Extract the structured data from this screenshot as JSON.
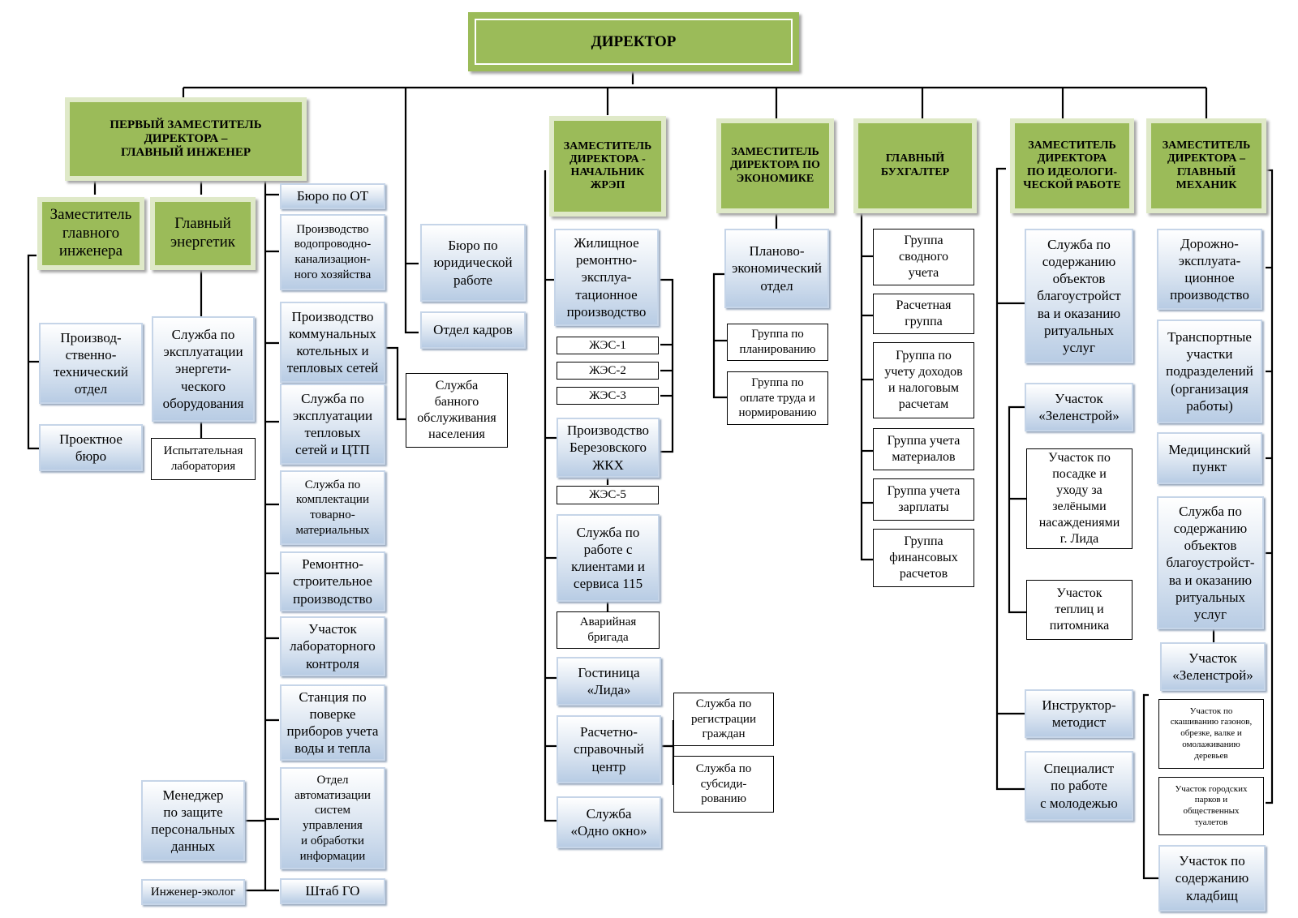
{
  "director": "ДИРЕКТОР",
  "heads": {
    "first_deputy": "ПЕРВЫЙ ЗАМЕСТИТЕЛЬ\nДИРЕКТОРА –\nГЛАВНЫЙ ИНЖЕНЕР",
    "deputy_zhrep": "ЗАМЕСТИТЕЛЬ\nДИРЕКТОРА -\nНАЧАЛЬНИК\nЖРЭП",
    "deputy_economy": "ЗАМЕСТИТЕЛЬ\nДИРЕКТОРА ПО\nЭКОНОМИКЕ",
    "chief_accountant": "ГЛАВНЫЙ\nБУХГАЛТЕР",
    "deputy_ideology": "ЗАМЕСТИТЕЛЬ\nДИРЕКТОРА\nПО ИДЕОЛОГИ-\nЧЕСКОЙ РАБОТЕ",
    "deputy_mechanic": "ЗАМЕСТИТЕЛЬ\nДИРЕКТОРА –\nГЛАВНЫЙ\nМЕХАНИК"
  },
  "chief_engineer_branch": {
    "deputy_chief_engineer": "Заместитель\nглавного\nинженера",
    "chief_power_engineer": "Главный\nэнергетик",
    "pto": "Производ-\nственно-\nтехнический\nотдел",
    "design_bureau": "Проектное\nбюро",
    "energy_service": "Служба по\nэксплуатации\nэнергети-\nческого\nоборудования",
    "test_lab": "Испытательная\nлаборатория",
    "data_manager": "Менеджер\nпо защите\nперсональных\nданных",
    "eco_engineer": "Инженер-эколог",
    "units": [
      "Бюро по ОТ",
      "Производство\nводопроводно-\nканализацион-\nного хозяйства",
      "Производство\nкоммунальных\nкотельных и\nтепловых сетей",
      "Служба по\nэксплуатации\nтепловых\nсетей и ЦТП",
      "Служба по\nкомплектации\nтоварно-\nматериальных",
      "Ремонтно-\nстроительное\nпроизводство",
      "Участок\nлабораторного\nконтроля",
      "Станция по\nповерке\nприборов учета\nводы и тепла",
      "Отдел\nавтоматизации\nсистем\nуправления\nи обработки\nинформации",
      "Штаб ГО"
    ],
    "bath_service": "Служба\nбанного\nобслуживания\nнаселения"
  },
  "director_direct": {
    "legal_bureau": "Бюро по\nюридической\nработе",
    "hr": "Отдел кадров"
  },
  "zhrep_branch": {
    "housing_production": "Жилищное\nремонтно-\nэксплуа-\nтационное\nпроизводство",
    "zhes": [
      "ЖЭС-1",
      "ЖЭС-2",
      "ЖЭС-3"
    ],
    "berezovka": "Производство\nБерезовского\nЖКХ",
    "zhes5": "ЖЭС-5",
    "client_service": "Служба по\nработе с\nклиентами и\nсервиса 115",
    "emergency": "Аварийная\nбригада",
    "hotel": "Гостиница\n«Лида»",
    "billing_center": "Расчетно-\nсправочный\nцентр",
    "registration": "Служба по\nрегистрации\nграждан",
    "subsidies": "Служба по\nсубсиди-\nрованию",
    "one_window": "Служба\n«Одно окно»"
  },
  "economy_branch": {
    "planning_dept": "Планово-\nэкономический\nотдел",
    "planning_group": "Группа по\nпланированию",
    "labor_group": "Группа по\nоплате труда и\nнормированию"
  },
  "accounting_branch": [
    "Группа\nсводного\nучета",
    "Расчетная\nгруппа",
    "Группа по\nучету доходов\nи налоговым\nрасчетам",
    "Группа учета\nматериалов",
    "Группа учета\nзарплаты",
    "Группа\nфинансовых\nрасчетов"
  ],
  "ideology_branch": {
    "landscaping_service": "Служба по\nсодержанию\nобъектов\nблагоустройст\nва и оказанию\nритуальных\nуслуг",
    "zelenstroy": "Участок\n«Зеленстрой»",
    "planting": "Участок по\nпосадке и\nуходу за\nзелёными\nнасаждениями\nг. Лида",
    "greenhouses": "Участок\nтеплиц и\nпитомника",
    "instructor": "Инструктор-\nметодист",
    "youth_specialist": "Специалист\nпо работе\nс молодежью"
  },
  "mechanic_branch": {
    "road_production": "Дорожно-\nэксплуата-\nционное\nпроизводство",
    "transport": "Транспортные\nучастки\nподразделений\n(организация\nработы)",
    "medical": "Медицинский\nпункт",
    "landscaping_service": "Служба по\nсодержанию\nобъектов\nблагоустройст-\nва и оказанию\nритуальных\nуслуг",
    "zelenstroy": "Участок\n«Зеленстрой»",
    "lawn": "Участок по\nскашиванию газонов,\nобрезке, валке и\nомолаживанию\nдеревьев",
    "parks": "Участок городских\nпарков и\nобщественных\nтуалетов",
    "cemeteries": "Участок по\nсодержанию\nкладбищ"
  }
}
